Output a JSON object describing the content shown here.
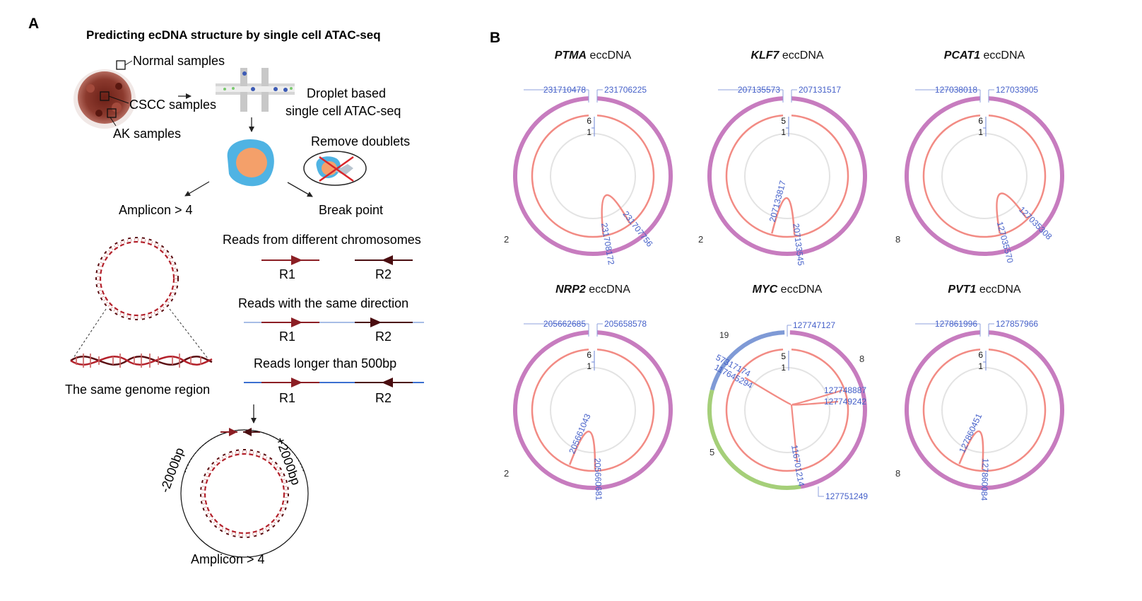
{
  "panel_a": {
    "letter": "A",
    "title": "Predicting ecDNA structure by single cell ATAC-seq",
    "normal_samples": "Normal samples",
    "cscc_samples": "CSCC samples",
    "ak_samples": "AK samples",
    "droplet_line1": "Droplet based",
    "droplet_line2": "single cell ATAC-seq",
    "remove_doublets": "Remove doublets",
    "amplicon_top": "Amplicon > 4",
    "break_point": "Break point",
    "reads_diff_chrom": "Reads from different chromosomes",
    "reads_same_dir": "Reads with the same direction",
    "reads_longer": "Reads longer than 500bp",
    "r1": "R1",
    "r2": "R2",
    "same_genome_region": "The same genome region",
    "minus_bp": "-2000bp",
    "plus_bp": "+2000bp",
    "amplicon_bottom": "Amplicon > 4"
  },
  "panel_b": {
    "letter": "B",
    "suffix": "eccDNA",
    "circles": [
      {
        "gene": "PTMA",
        "top_left": "231710478",
        "top_right": "231706225",
        "inner_top": "6",
        "inner_bottom": "1",
        "side_count": "2",
        "breakpoints": [
          "231707756",
          "231708172"
        ]
      },
      {
        "gene": "KLF7",
        "top_left": "207135573",
        "top_right": "207131517",
        "inner_top": "5",
        "inner_bottom": "1",
        "side_count": "2",
        "breakpoints": [
          "207133817",
          "207133545"
        ]
      },
      {
        "gene": "PCAT1",
        "top_left": "127038018",
        "top_right": "127033905",
        "inner_top": "6",
        "inner_bottom": "1",
        "side_count": "8",
        "breakpoints": [
          "127035308",
          "127035570"
        ]
      },
      {
        "gene": "NRP2",
        "top_left": "205662685",
        "top_right": "205658578",
        "inner_top": "6",
        "inner_bottom": "1",
        "side_count": "2",
        "breakpoints": [
          "205661043",
          "205660681"
        ]
      },
      {
        "gene": "MYC",
        "top_right": "127747127",
        "inner_top": "5",
        "inner_bottom": "1",
        "seg_blue": "19",
        "seg_right": "8",
        "seg_green": "5",
        "labels_right": [
          "127748887",
          "127749242"
        ],
        "labels_left": [
          "57317174",
          "117645294"
        ],
        "label_bottom": "116701214",
        "label_bottom_right": "127751249"
      },
      {
        "gene": "PVT1",
        "top_left": "127861996",
        "top_right": "127857966",
        "inner_top": "6",
        "inner_bottom": "1",
        "side_count": "8",
        "breakpoints": [
          "127860451",
          "127860084"
        ]
      }
    ]
  }
}
